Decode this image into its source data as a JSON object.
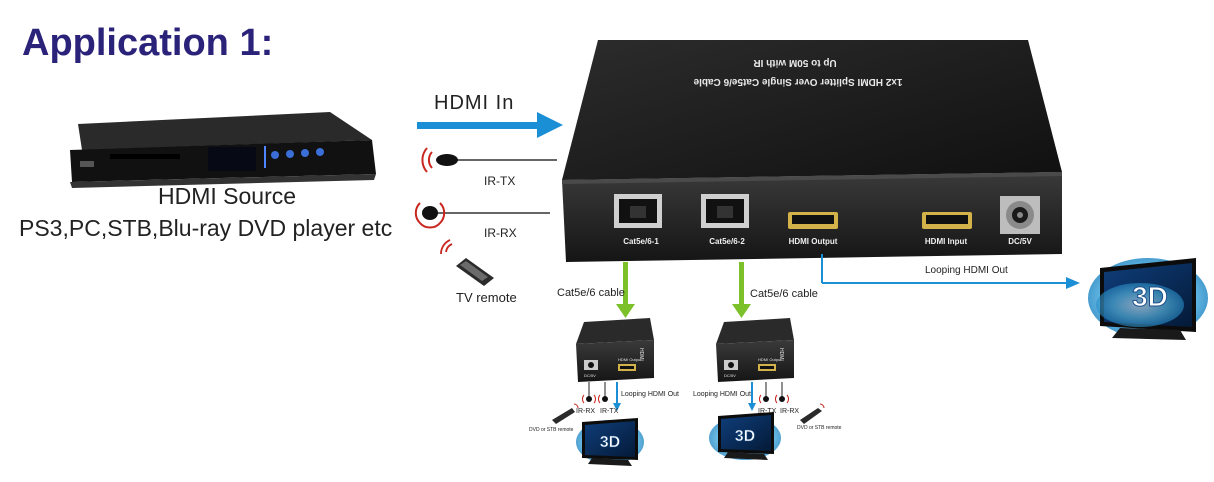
{
  "title": "Application 1:",
  "source": {
    "label": "HDMI Source",
    "devices": "PS3,PC,STB,Blu-ray DVD player etc"
  },
  "hdmi_in_label": "HDMI  In",
  "ir_tx_label": "IR-TX",
  "ir_rx_label": "IR-RX",
  "tv_remote_label": "TV remote",
  "splitter": {
    "top_line1": "1x2 HDMI Splitter Over Single Cat5e/6 Cable",
    "top_line2": "Up to 50M with IR",
    "port_cat1": "Cat5e/6-1",
    "port_cat2": "Cat5e/6-2",
    "port_hdmi_out": "HDMI Output",
    "port_hdmi_in": "HDMI Input",
    "port_dc": "DC/5V"
  },
  "cable_label": "Cat5e/6 cable",
  "looping_label": "Looping HDMI Out",
  "receiver": {
    "port_hdmi": "HDMI Output",
    "port_dc": "DC/5V",
    "front_label": "HDMI"
  },
  "tv_badge": "3D",
  "dvd_remote_label": "DVD or STB remote",
  "colors": {
    "title": "#2b237a",
    "arrow_blue": "#1a8fd6",
    "arrow_green": "#7dc12a",
    "device_dark": "#1c1c1c"
  }
}
